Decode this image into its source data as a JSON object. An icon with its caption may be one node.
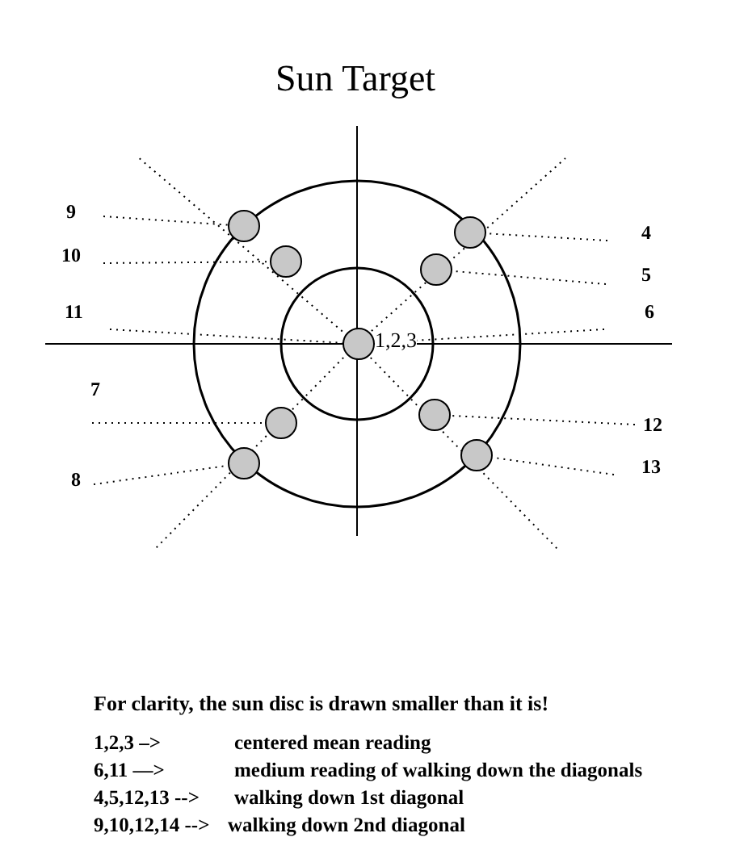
{
  "diagram": {
    "title": "Sun Target",
    "caption": "For clarity, the sun disc is drawn smaller than it is!",
    "nodes": [
      {
        "text": [
          "9"
        ]
      },
      {
        "text": [],
        "shape": "circle"
      },
      {
        "text": [
          "10"
        ]
      },
      {
        "text": [],
        "shape": "circle"
      },
      {
        "text": [
          "4"
        ]
      },
      {
        "text": [],
        "shape": "circle"
      },
      {
        "text": [
          "5"
        ]
      },
      {
        "text": [],
        "shape": "circle"
      },
      {
        "text": [
          "11"
        ]
      },
      {
        "text": [],
        "shape": "circle",
        "beside": [
          "1,2,3"
        ]
      },
      {
        "text": [
          "6"
        ]
      },
      {
        "text": [
          "7"
        ]
      },
      {
        "text": [],
        "shape": "circle"
      },
      {
        "text": [
          "12"
        ]
      },
      {
        "text": [],
        "shape": "circle"
      },
      {
        "text": [
          "8"
        ]
      },
      {
        "text": [],
        "shape": "circle"
      },
      {
        "text": [
          "13"
        ]
      },
      {
        "text": [],
        "shape": "circle"
      }
    ],
    "edges": [
      {
        "from": 0,
        "to": 1,
        "arrow": "none"
      },
      {
        "from": 2,
        "to": 3,
        "arrow": "none"
      },
      {
        "from": 4,
        "to": 5,
        "arrow": "none"
      },
      {
        "from": 6,
        "to": 7,
        "arrow": "none"
      },
      {
        "from": 8,
        "to": 9,
        "arrow": "none"
      },
      {
        "from": 10,
        "to": 9,
        "arrow": "none"
      },
      {
        "from": 11,
        "to": 12,
        "arrow": "none"
      },
      {
        "from": 13,
        "to": 14,
        "arrow": "none"
      },
      {
        "from": 15,
        "to": 16,
        "arrow": "none"
      },
      {
        "from": 17,
        "to": 18,
        "arrow": "none"
      }
    ],
    "labels": [
      "1,2,3 –>",
      "centered mean reading",
      "6,11 —>",
      "medium reading of walking down the diagonals",
      "4,5,12,13 -->",
      "walking down 1st diagonal",
      "9,10,12,14 -->",
      "walking down 2nd diagonal"
    ]
  }
}
